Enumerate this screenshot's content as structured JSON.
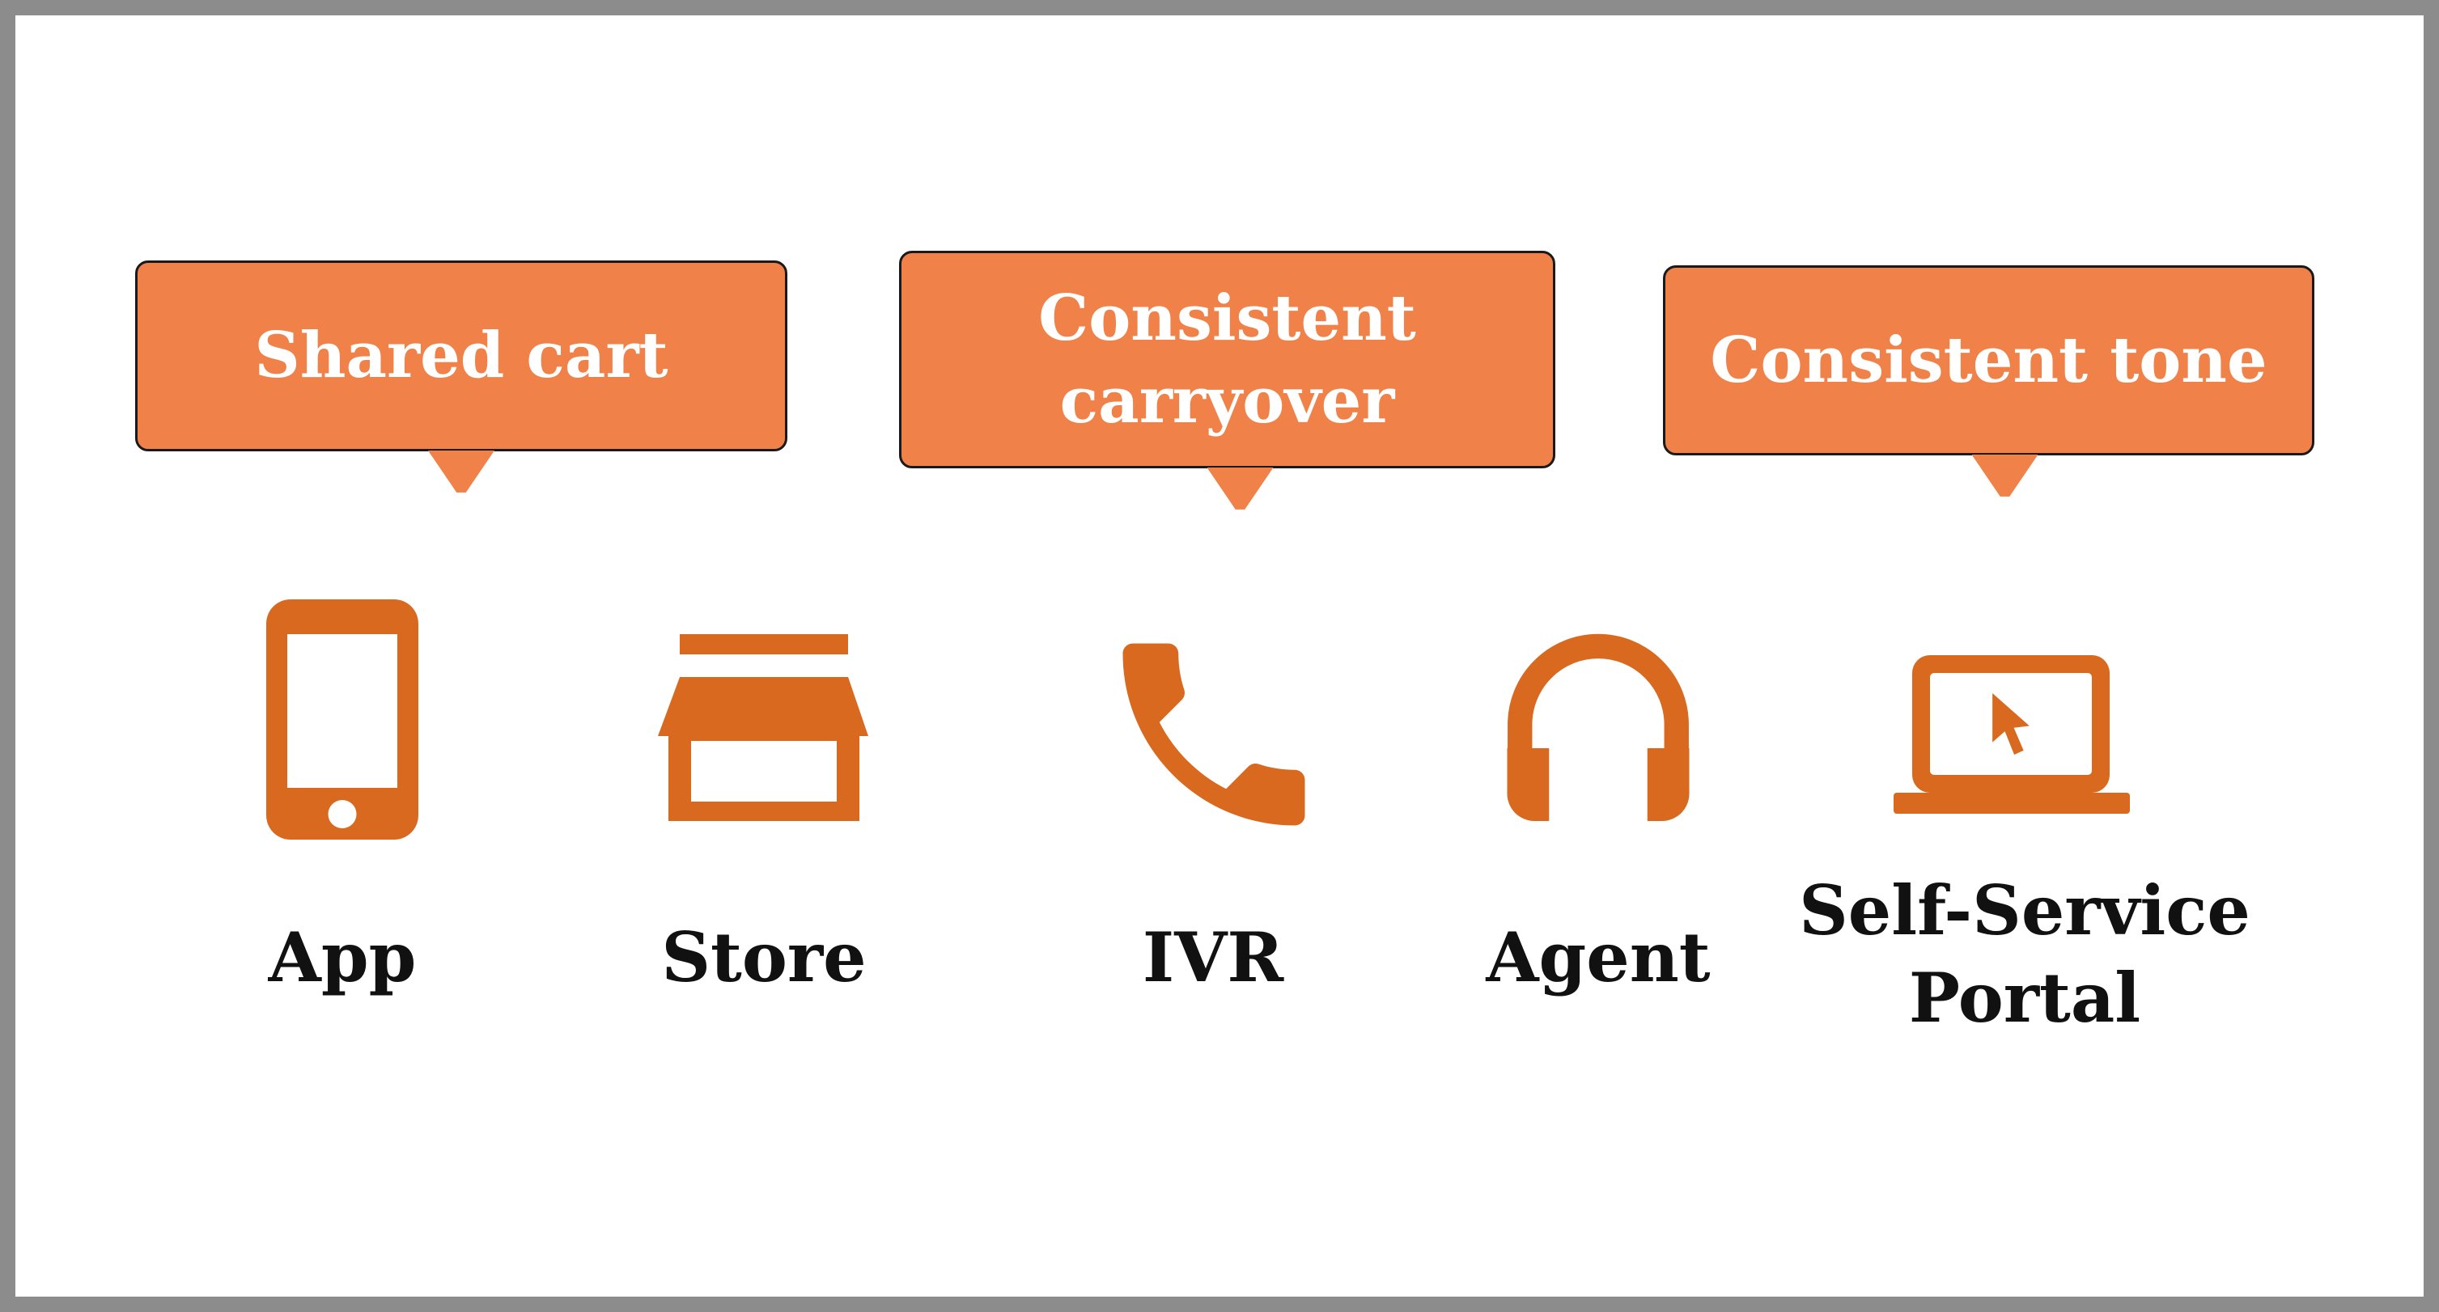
{
  "colors": {
    "frame": "#8c8c8c",
    "background": "#ffffff",
    "callout_fill": "#f08148",
    "callout_border": "#1a1a1a",
    "callout_text": "#ffffff",
    "icon": "#d8691f",
    "label_text": "#111111"
  },
  "callouts": [
    {
      "label": "Shared cart"
    },
    {
      "label": "Consistent\ncarryover"
    },
    {
      "label": "Consistent tone"
    }
  ],
  "stations": [
    {
      "label": "App",
      "icon": "smartphone-icon"
    },
    {
      "label": "Store",
      "icon": "storefront-icon"
    },
    {
      "label": "IVR",
      "icon": "phone-handset-icon"
    },
    {
      "label": "Agent",
      "icon": "headphones-icon"
    },
    {
      "label": "Self-Service\nPortal",
      "icon": "laptop-cursor-icon"
    }
  ]
}
